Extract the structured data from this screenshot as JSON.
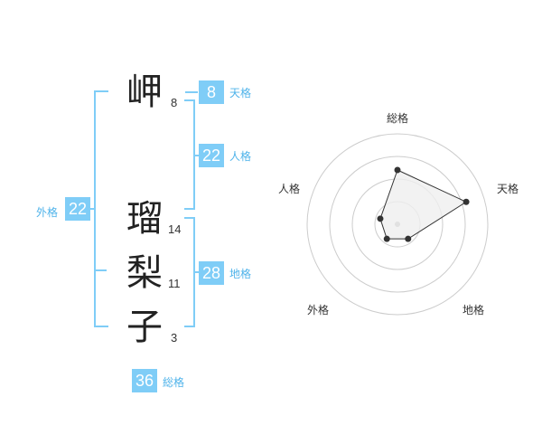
{
  "name": {
    "chars": [
      {
        "char": "岬",
        "strokes": "8"
      },
      {
        "char": "瑠",
        "strokes": "14"
      },
      {
        "char": "梨",
        "strokes": "11"
      },
      {
        "char": "子",
        "strokes": "3"
      }
    ]
  },
  "fortune": {
    "tenkaku": {
      "value": "8",
      "label": "天格"
    },
    "jinkaku": {
      "value": "22",
      "label": "人格"
    },
    "chikaku": {
      "value": "28",
      "label": "地格"
    },
    "gaikaku": {
      "value": "22",
      "label": "外格"
    },
    "soukaku": {
      "value": "36",
      "label": "総格"
    }
  },
  "radar": {
    "axes": [
      "総格",
      "天格",
      "地格",
      "外格",
      "人格"
    ],
    "levels": 4,
    "scores": [
      3,
      4,
      1,
      1,
      1
    ],
    "max": 5,
    "colors": {
      "ring": "#cccccc",
      "fill": "#efefef",
      "stroke": "#333333",
      "point": "#333333",
      "center": "#aaaaaa"
    }
  }
}
